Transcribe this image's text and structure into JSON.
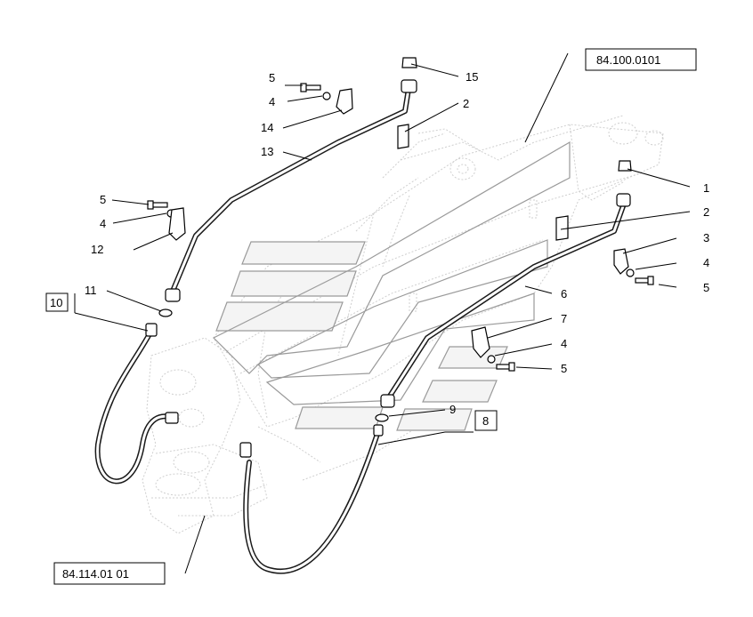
{
  "references": {
    "boom_ref": "84.100.0101",
    "frame_ref": "84.114.01 01"
  },
  "callouts": {
    "c15": "15",
    "c5a": "5",
    "c4a": "4",
    "c14": "14",
    "c13": "13",
    "c2a": "2",
    "c5b": "5",
    "c4b": "4",
    "c12": "12",
    "c11": "11",
    "c10": "10",
    "c1": "1",
    "c2b": "2",
    "c3": "3",
    "c4c": "4",
    "c5c": "5",
    "c6": "6",
    "c7": "7",
    "c4d": "4",
    "c5d": "5",
    "c9": "9",
    "c8": "8"
  }
}
